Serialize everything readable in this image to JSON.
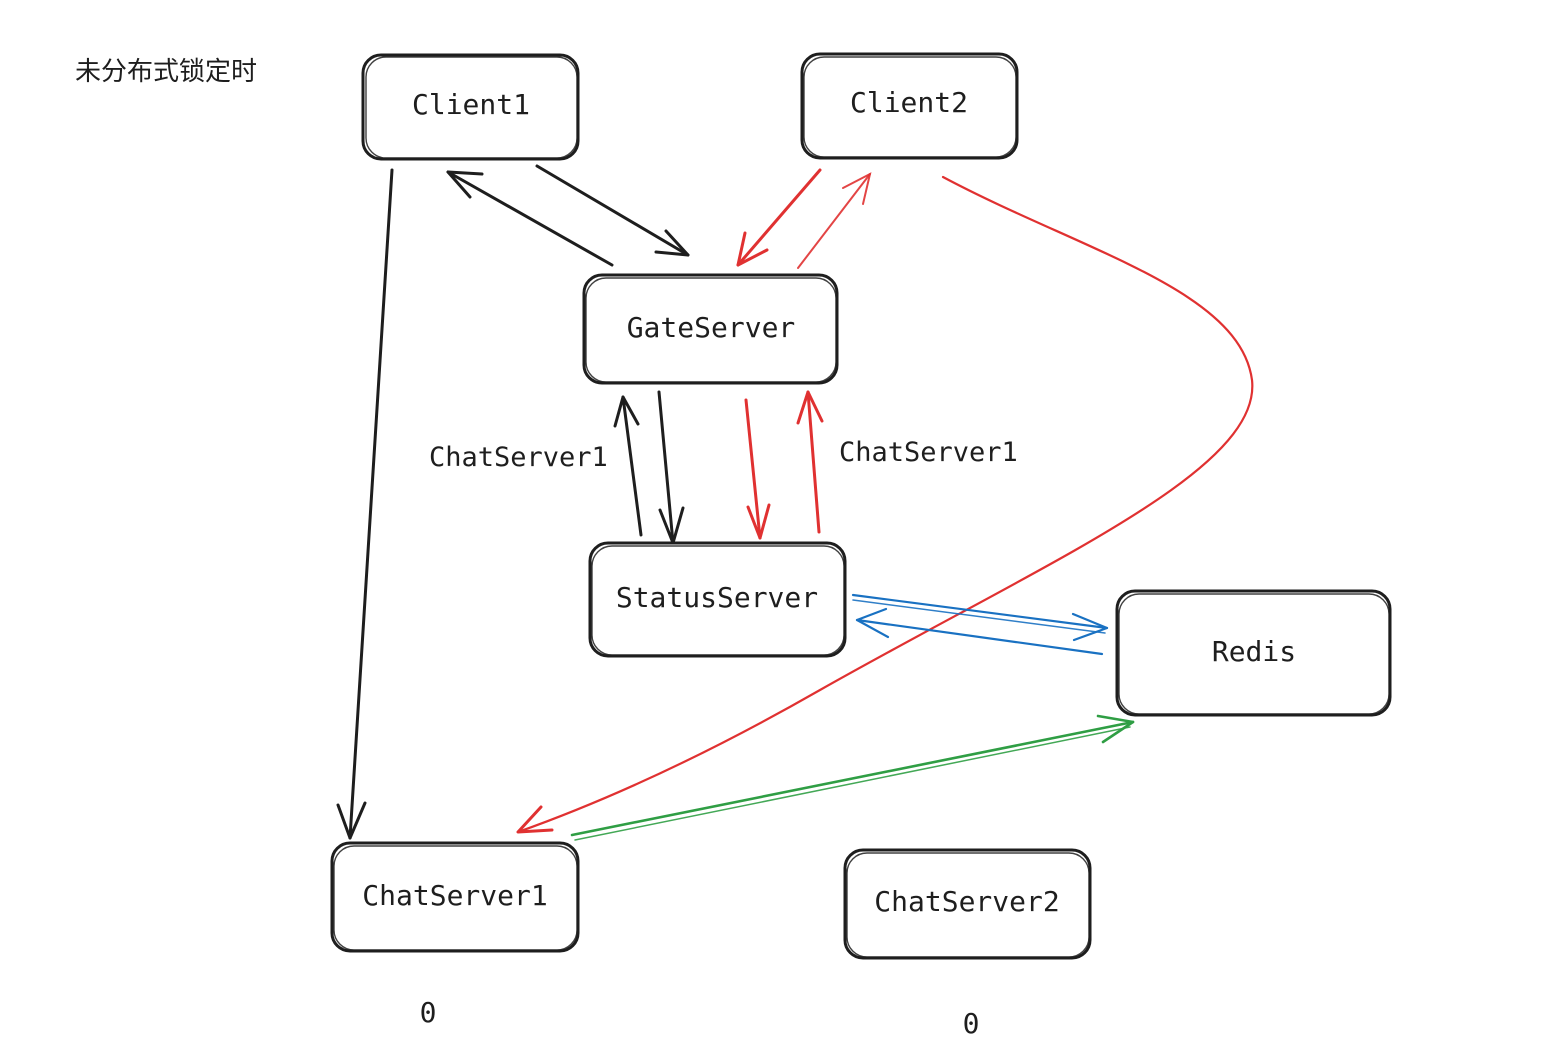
{
  "title": "未分布式锁定时",
  "nodes": {
    "client1": "Client1",
    "client2": "Client2",
    "gate_server": "GateServer",
    "status_server": "StatusServer",
    "redis": "Redis",
    "chat_server1": "ChatServer1",
    "chat_server2": "ChatServer2"
  },
  "edge_labels": {
    "left_status_gate": "ChatServer1",
    "right_status_gate": "ChatServer1"
  },
  "counts": {
    "chat_server1": "0",
    "chat_server2": "0"
  },
  "colors": {
    "black": "#1e1e1e",
    "red": "#e03131",
    "blue": "#1971c2",
    "green": "#2f9e44"
  }
}
